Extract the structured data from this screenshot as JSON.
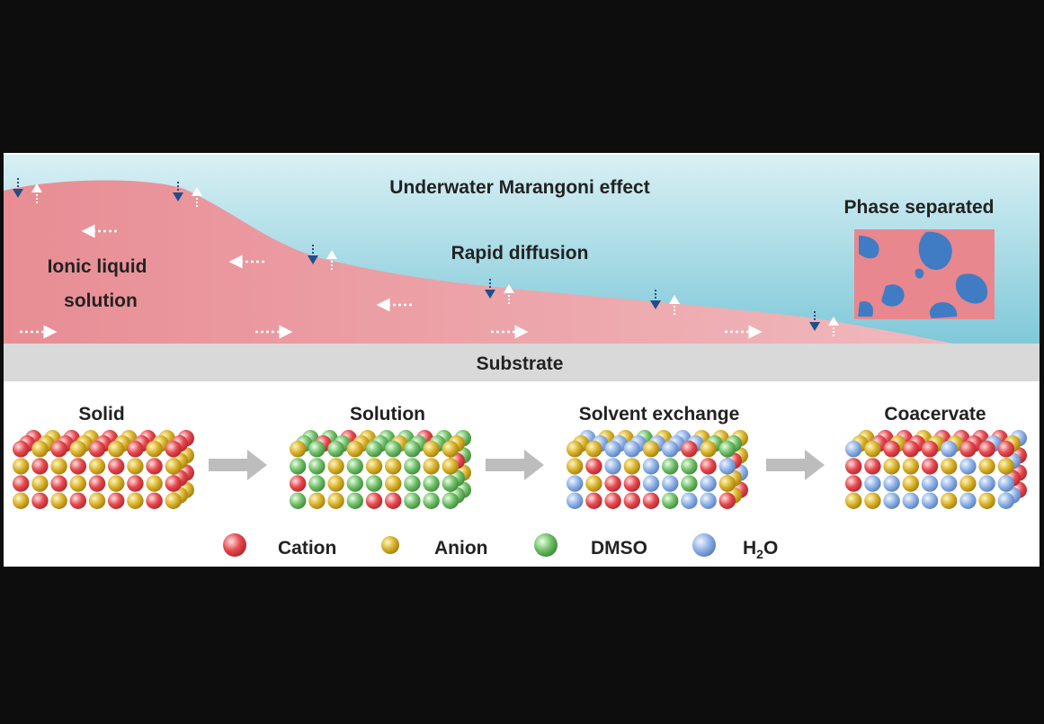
{
  "labels": {
    "title": "Underwater Marangoni  effect",
    "phase": "Phase separated",
    "rapid": "Rapid diffusion",
    "ionic_line1": "Ionic liquid",
    "ionic_line2": "solution",
    "substrate": "Substrate"
  },
  "stages": [
    {
      "label": "Solid",
      "composition": {
        "cation": 0.5,
        "anion": 0.5,
        "dmso": 0,
        "h2o": 0
      }
    },
    {
      "label": "Solution",
      "composition": {
        "cation": 0.12,
        "anion": 0.28,
        "dmso": 0.6,
        "h2o": 0
      }
    },
    {
      "label": "Solvent exchange",
      "composition": {
        "cation": 0.18,
        "anion": 0.28,
        "dmso": 0.22,
        "h2o": 0.32
      }
    },
    {
      "label": "Coacervate",
      "composition": {
        "cation": 0.38,
        "anion": 0.27,
        "dmso": 0,
        "h2o": 0.35
      }
    }
  ],
  "legend": [
    {
      "label": "Cation",
      "color": "#e54a4f"
    },
    {
      "label": "Anion",
      "color": "#d9b22a"
    },
    {
      "label": "DMSO",
      "color": "#72bf6a"
    },
    {
      "label": "H",
      "sub": "2",
      "tail": "O",
      "color": "#8fb2e6"
    }
  ],
  "colors": {
    "water": "#aedfe8",
    "liquid": "#e8959b",
    "substrate": "#d9d9d9",
    "blob": "#3f7cc4",
    "arrow_dark": "#1f4f8a",
    "bg": "#0d0d0d"
  }
}
